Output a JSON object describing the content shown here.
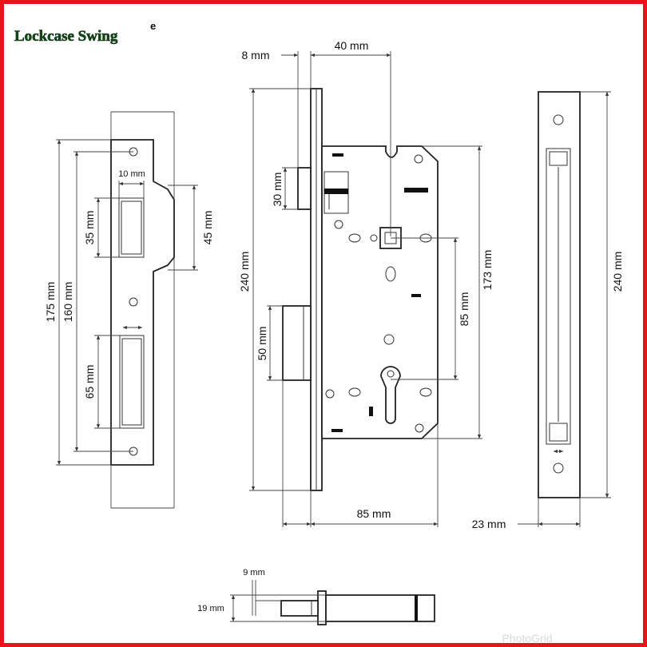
{
  "title": "Lockcase Swing",
  "title_suffix": "e",
  "watermark": "PhotoGrid",
  "colors": {
    "frame": "#e8141b",
    "title": "#0f4d16"
  },
  "strike_plate": {
    "total_height": "175 mm",
    "hole_spacing": "160 mm",
    "latch_slot_width": "10 mm",
    "latch_slot_height": "35 mm",
    "lip_height": "45 mm",
    "deadbolt_slot_height": "65 mm"
  },
  "lock_body": {
    "forend_thickness": "8 mm",
    "backset": "40 mm",
    "faceplate_height": "240 mm",
    "latch_height": "30 mm",
    "deadbolt_height": "50 mm",
    "centre_distance": "85 mm",
    "body_height": "173 mm",
    "body_depth": "85 mm"
  },
  "forend": {
    "height": "240 mm",
    "width": "23 mm"
  },
  "bolt_detail": {
    "pin_diameter": "9 mm",
    "bolt_height": "19 mm"
  }
}
